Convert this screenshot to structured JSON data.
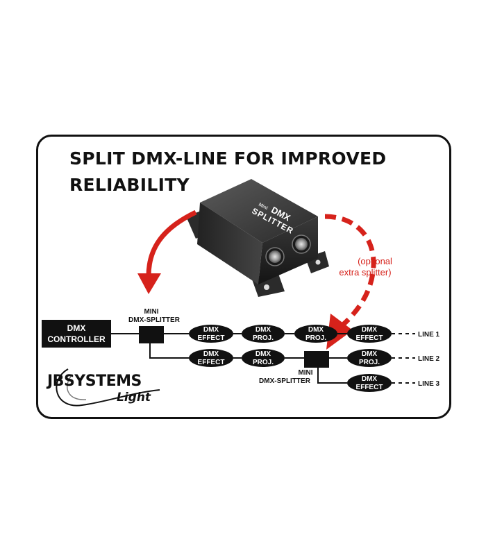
{
  "title": {
    "line1": "SPLIT DMX-LINE FOR IMPROVED",
    "line2": "RELIABILITY"
  },
  "device": {
    "brand": "Mini",
    "name1": "DMX",
    "name2": "SPLITTER"
  },
  "controller": {
    "line1": "DMX",
    "line2": "CONTROLLER"
  },
  "splitter_main": {
    "line1": "MINI",
    "line2": "DMX-SPLITTER"
  },
  "splitter_extra": {
    "line1": "MINI",
    "line2": "DMX-SPLITTER"
  },
  "optional_note": {
    "line1": "(optional",
    "line2": "extra splitter)"
  },
  "nodes": {
    "l1_effect": {
      "t": "DMX",
      "b": "EFFECT"
    },
    "l1_proj1": {
      "t": "DMX",
      "b": "PROJ."
    },
    "l1_proj2": {
      "t": "DMX",
      "b": "PROJ."
    },
    "l1_effect2": {
      "t": "DMX",
      "b": "EFFECT"
    },
    "l2_effect": {
      "t": "DMX",
      "b": "EFFECT"
    },
    "l2_proj1": {
      "t": "DMX",
      "b": "PROJ."
    },
    "l2_proj2": {
      "t": "DMX",
      "b": "PROJ."
    },
    "l3_effect": {
      "t": "DMX",
      "b": "EFFECT"
    }
  },
  "lines": {
    "line1": "LINE 1",
    "line2": "LINE 2",
    "line3": "LINE 3"
  },
  "logo": {
    "brand": "JBSYSTEMS",
    "sub": "Light"
  },
  "colors": {
    "accent_red": "#d6221b",
    "dark": "#111111"
  }
}
